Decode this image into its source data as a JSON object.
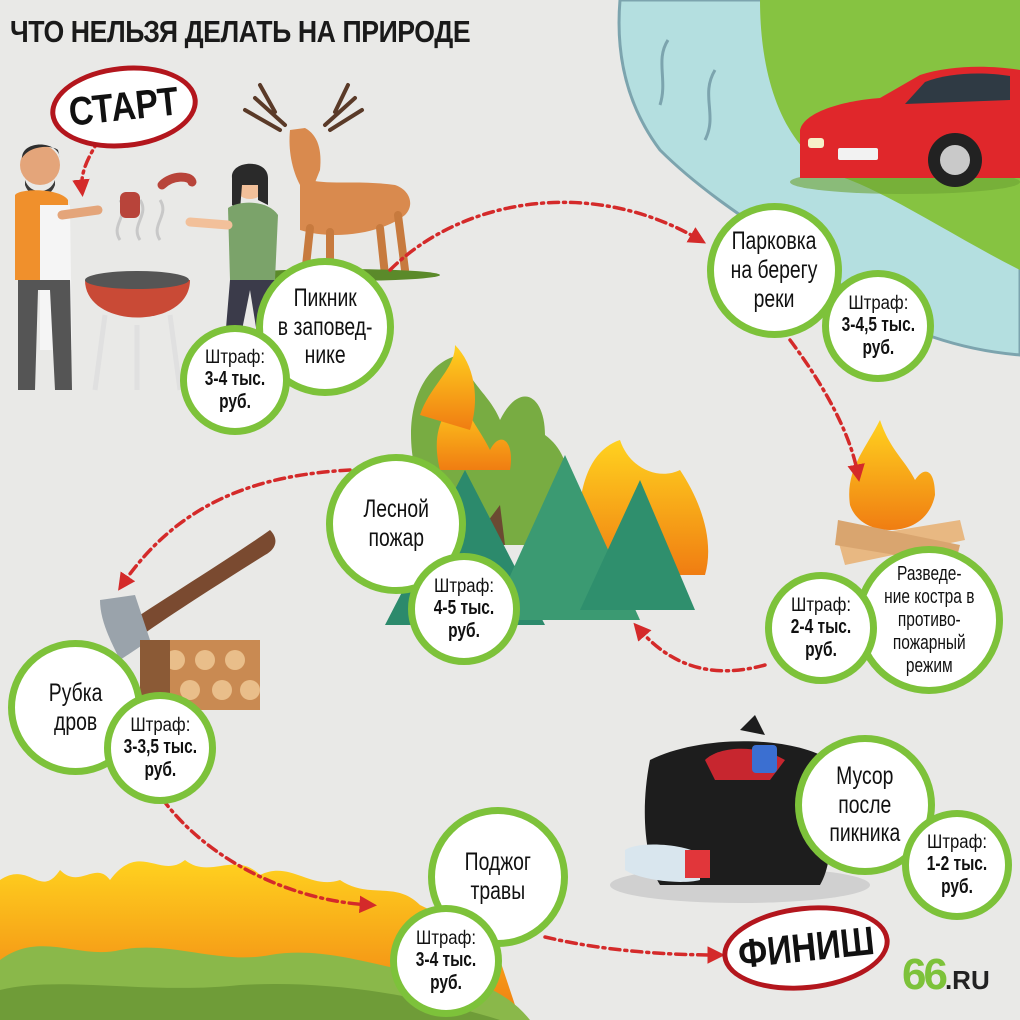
{
  "title": "ЧТО НЕЛЬЗЯ ДЕЛАТЬ НА ПРИРОДЕ",
  "start_label": "СТАРТ",
  "finish_label": "ФИНИШ",
  "logo": {
    "number": "66",
    "domain": ".RU"
  },
  "steps": [
    {
      "name": "Пикник в заповед-нике",
      "line1": "Пикник",
      "line2": "в заповед-",
      "line3": "нике",
      "fine_label": "Штраф:",
      "fine_amount": "3-4 тыс.",
      "fine_unit": "руб."
    },
    {
      "name": "Парковка на берегу реки",
      "line1": "Парковка",
      "line2": "на берегу",
      "line3": "реки",
      "fine_label": "Штраф:",
      "fine_amount": "3-4,5 тыс.",
      "fine_unit": "руб."
    },
    {
      "name": "Разведение костра в противопожарный режим",
      "line1": "Разведе-",
      "line2": "ние костра в",
      "line3": "противо-",
      "line4": "пожарный",
      "line5": "режим",
      "fine_label": "Штраф:",
      "fine_amount": "2-4 тыс.",
      "fine_unit": "руб."
    },
    {
      "name": "Лесной пожар",
      "line1": "Лесной",
      "line2": "пожар",
      "fine_label": "Штраф:",
      "fine_amount": "4-5 тыс.",
      "fine_unit": "руб."
    },
    {
      "name": "Рубка дров",
      "line1": "Рубка",
      "line2": "дров",
      "fine_label": "Штраф:",
      "fine_amount": "3-3,5 тыс.",
      "fine_unit": "руб."
    },
    {
      "name": "Поджог травы",
      "line1": "Поджог",
      "line2": "травы",
      "fine_label": "Штраф:",
      "fine_amount": "3-4 тыс.",
      "fine_unit": "руб."
    },
    {
      "name": "Мусор после пикника",
      "line1": "Мусор",
      "line2": "после",
      "line3": "пикника",
      "fine_label": "Штраф:",
      "fine_amount": "1-2 тыс.",
      "fine_unit": "руб."
    }
  ],
  "colors": {
    "accent_green": "#7dc23a",
    "arrow_red": "#d42a2a",
    "oval_red": "#b3161d",
    "water": "#b4dfe0",
    "grass": "#86c341",
    "car_red": "#e0272b"
  }
}
